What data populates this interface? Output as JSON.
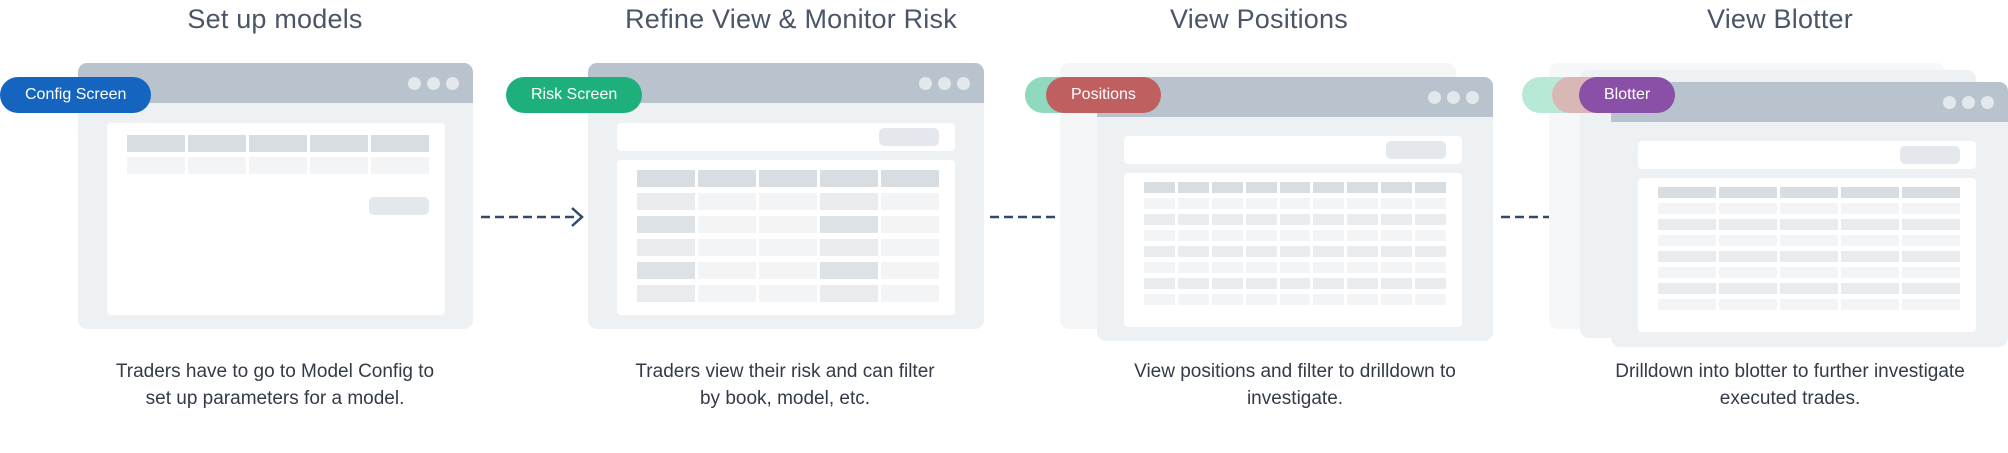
{
  "steps": [
    {
      "title": "Set up models",
      "badge": "Config Screen",
      "description_line1": "Traders have to go to Model Config to",
      "description_line2": "set up parameters for a model."
    },
    {
      "title": "Refine View & Monitor Risk",
      "badge": "Risk Screen",
      "description_line1": "Traders view their risk and can filter",
      "description_line2": "by book, model, etc."
    },
    {
      "title": "View Positions",
      "badge": "Positions",
      "description_line1": "View positions and filter to drilldown to",
      "description_line2": "investigate."
    },
    {
      "title": "View Blotter",
      "badge": "Blotter",
      "description_line1": "Drilldown into blotter to further investigate",
      "description_line2": "executed trades."
    }
  ],
  "colors": {
    "config_badge": "#1565c0",
    "risk_badge": "#1db07a",
    "positions_badge": "#c05f5f",
    "blotter_badge": "#8a4fa6",
    "arrow": "#2f4a6b",
    "window_bar": "#b9c3ce",
    "window_body": "#eef1f4"
  }
}
